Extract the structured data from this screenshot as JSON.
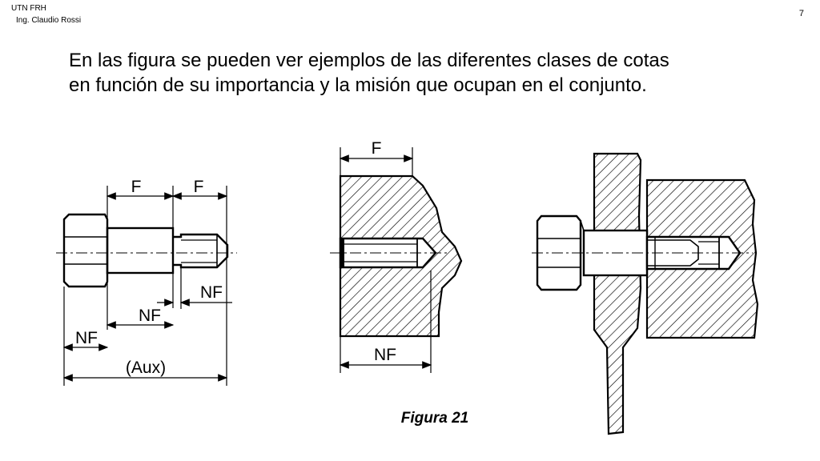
{
  "header": {
    "line1": "UTN FRH",
    "line2": "Ing. Claudio Rossi",
    "page_number": "7"
  },
  "title": {
    "line1": "En las figura se pueden ver ejemplos de las diferentes clases de cotas",
    "line2": "en función de su importancia y la misión que ocupan en el conjunto."
  },
  "figure": {
    "left": {
      "dim_f1": "F",
      "dim_f2": "F",
      "dim_nf_right": "NF",
      "dim_nf_mid": "NF",
      "dim_nf_left": "NF",
      "dim_aux": "(Aux)"
    },
    "middle": {
      "dim_f": "F",
      "dim_nf": "NF"
    },
    "caption": "Figura 21"
  }
}
